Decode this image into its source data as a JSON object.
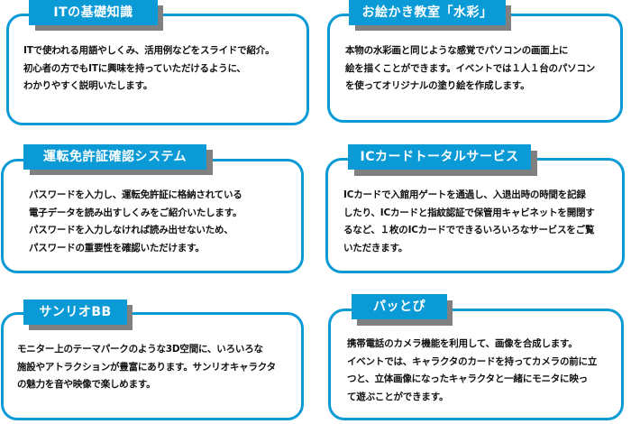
{
  "accent_color": "#0a9ad6",
  "cards": [
    {
      "title": "ITの基礎知識",
      "lines": [
        "ITで使われる用語やしくみ、活用例などをスライドで紹介。",
        "初心者の方でもITに興味を持っていただけるように、",
        "わかりやすく説明いたします。"
      ]
    },
    {
      "title": "お絵かき教室「水彩」",
      "lines": [
        "本物の水彩画と同じような感覚でパソコンの画面上に",
        "絵を描くことができます。イベントでは１人１台のパソコン",
        "を使ってオリジナルの塗り絵を作成します。"
      ]
    },
    {
      "title": "運転免許証確認システム",
      "lines": [
        "パスワードを入力し、運転免許証に格納されている",
        "電子データを読み出すしくみをご紹介いたします。",
        "パスワードを入力しなければ読み出せないため、",
        "パスワードの重要性を確認いただけます。"
      ]
    },
    {
      "title": "ICカードトータルサービス",
      "lines": [
        "ICカードで入館用ゲートを通過し、入退出時の時間を記録",
        "したり、ICカードと指紋認証で保管用キャビネットを開閉す",
        "るなど、１枚のICカードでできるいろいろなサービスをご覧",
        "いただきます。"
      ]
    },
    {
      "title": "サンリオBB",
      "lines": [
        "モニター上のテーマパークのような3D空間に、いろいろな",
        "施設やアトラクションが豊富にあります。サンリオキャラクタ",
        "の魅力を音や映像で楽しめます。"
      ]
    },
    {
      "title": "パッとぴ",
      "lines": [
        "携帯電話のカメラ機能を利用して、画像を合成します。",
        "イベントでは、キャラクタのカードを持ってカメラの前に立",
        "つと、立体画像になったキャラクタと一緒にモニタに映っ",
        "て遊ぶことができます。"
      ]
    }
  ]
}
